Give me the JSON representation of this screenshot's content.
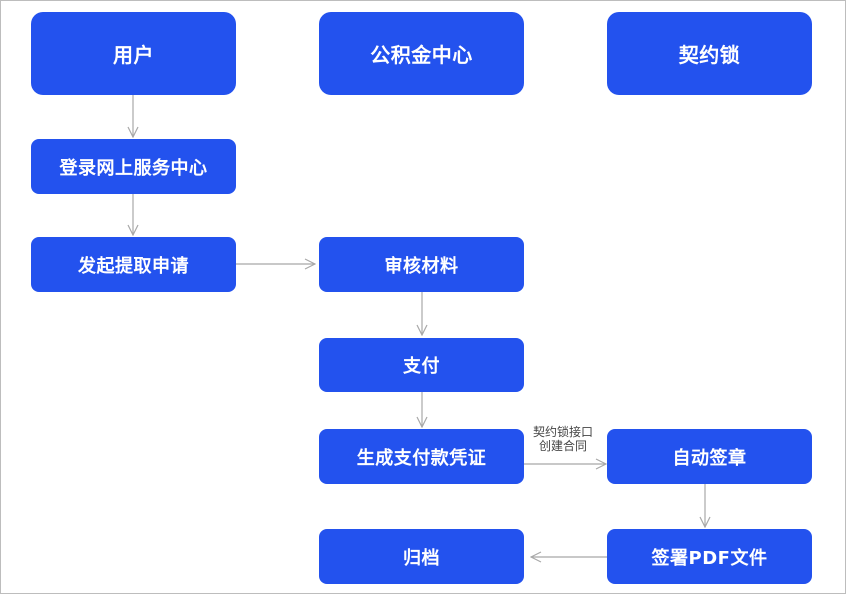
{
  "colors": {
    "node_fill": "#2352ee",
    "node_text": "#ffffff",
    "arrow": "#a8a8a8",
    "border": "#bdbdbd"
  },
  "lanes": {
    "user": "用户",
    "fund_center": "公积金中心",
    "contract_lock": "契约锁"
  },
  "nodes": {
    "login": "登录网上服务中心",
    "apply": "发起提取申请",
    "review": "审核材料",
    "pay": "支付",
    "voucher": "生成支付款凭证",
    "auto_seal": "自动签章",
    "sign_pdf": "签署PDF文件",
    "archive": "归档"
  },
  "edge_labels": {
    "contract_api_line1": "契约锁接口",
    "contract_api_line2": "创建合同"
  }
}
